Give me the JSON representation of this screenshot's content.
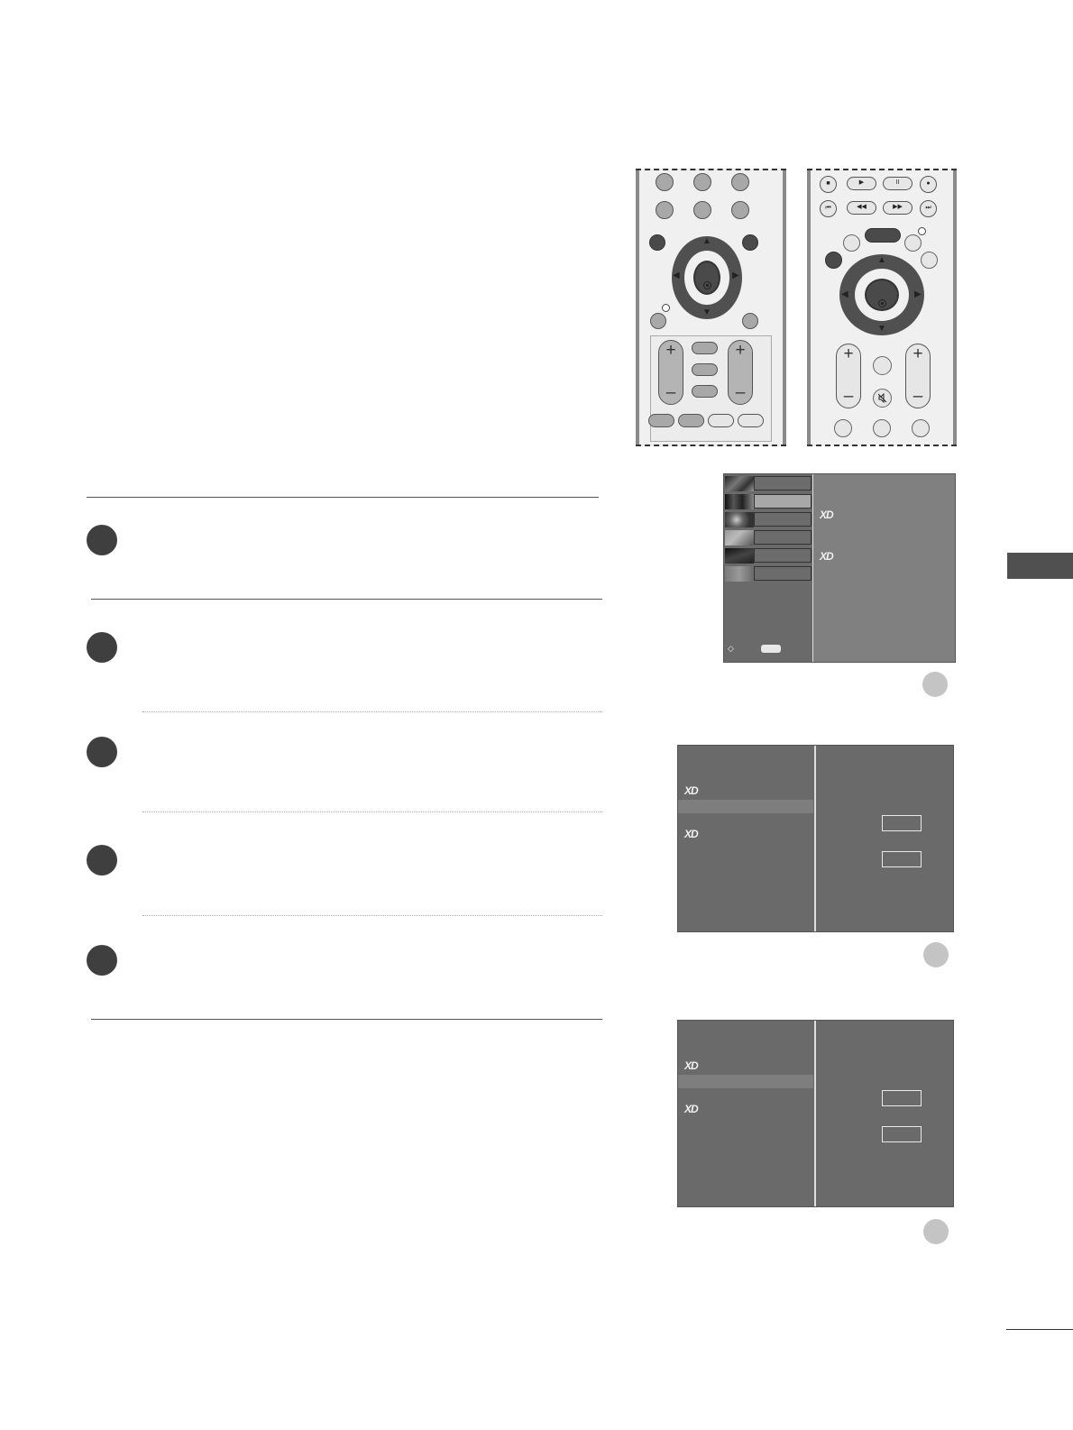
{
  "remote_a": {
    "bottom_keys": [
      "",
      "",
      "",
      ""
    ]
  },
  "remote_b": {
    "transport_row1": [
      "■",
      "▶",
      "II",
      "●"
    ],
    "transport_row2": [
      "⏮",
      "◀◀",
      "▶▶",
      "⏭"
    ]
  },
  "screen_main": {
    "brand_marks": [
      "XD",
      "XD"
    ],
    "menu_icons": [
      "picture-icon",
      "audio-icon",
      "time-icon",
      "option-icon",
      "lock-icon",
      "input-icon"
    ]
  },
  "screen_2": {
    "brand_marks": [
      "XD",
      "XD"
    ]
  },
  "screen_3": {
    "brand_marks": [
      "XD",
      "XD"
    ]
  },
  "colors": {
    "step_marker": "#3f3f3f",
    "osd_dark": "#6a6a6a",
    "osd_mid": "#808080",
    "section_tab": "#505050"
  }
}
